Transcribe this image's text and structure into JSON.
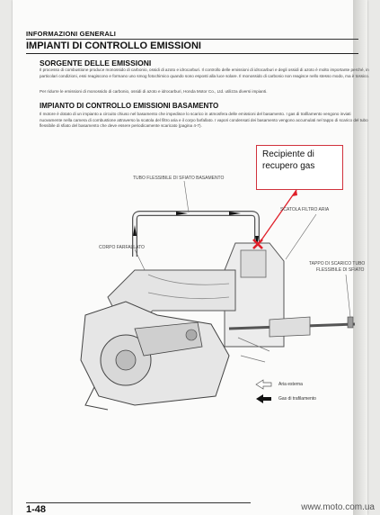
{
  "header": {
    "section": "INFORMAZIONI GENERALI"
  },
  "title": "IMPIANTI DI CONTROLLO EMISSIONI",
  "source_heading": "SORGENTE DELLE EMISSIONI",
  "source_paragraph_1": "Il processo di combustione produce monossido di carbonio, ossidi di azoto e idrocarburi. Il controllo delle emissioni di idrocarburi e degli ossidi di azoto è molto importante perché, in particolari condizioni, essi reagiscono e formano uno smog fotochimico quando sono esposti alla luce solare. Il monossido di carbonio non reagisce nello stesso modo, ma è tossico.",
  "source_paragraph_2": "Per ridurre le emissioni di monossido di carbonio, ossidi di azoto e idrocarburi, Honda Motor Co., Ltd. utilizza diversi impianti.",
  "crankcase_heading": "IMPIANTO DI CONTROLLO EMISSIONI BASAMENTO",
  "crankcase_paragraph": "Il motore è dotato di un impianto a circuito chiuso nel basamento che impedisce lo scarico in atmosfera delle emissioni del basamento. I gas di trafilamento vengono inviati nuovamente nella camera di combustione attraverso la scatola del filtro aria e il corpo farfallato. I vapori condensati dei basamento vengono accumulati nel tappo di scarico del tubo flessibile di sfiato del basamento che deve essere periodicamente scaricato (pagina 4-7).",
  "callout": {
    "line1": "Recipiente di",
    "line2": "recupero gas"
  },
  "diagram_labels": {
    "breather_tube": "TUBO FLESSIBILE DI SFIATO BASAMENTO",
    "air_box": "SCATOLA FILTRO ARIA",
    "throttle_body": "CORPO FARFALLATO",
    "drain_plug_line1": "TAPPO DI SCARICO TUBO",
    "drain_plug_line2": "FLESSIBILE DI SFIATO"
  },
  "legend": {
    "fresh_air": "Aria esterna",
    "blowby": "Gas di trafilamento"
  },
  "page_number": "1-48",
  "watermark": "www.moto.com.ua",
  "colors": {
    "callout_border": "#d1323c",
    "callout_arrow": "#e0202a"
  }
}
